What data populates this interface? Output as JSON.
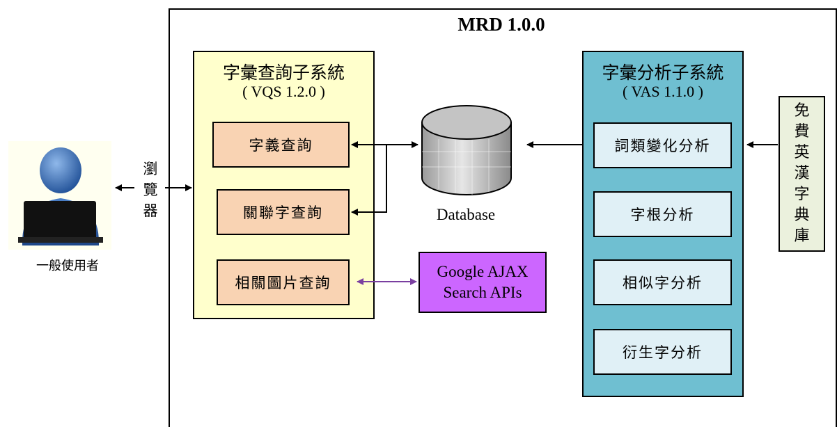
{
  "title": "MRD 1.0.0",
  "user": {
    "label": "一般使用者"
  },
  "browser": {
    "chars": [
      "瀏",
      "覽",
      "器"
    ]
  },
  "vqs": {
    "title": "字彙查詢子系統",
    "subtitle": "( VQS 1.2.0 )",
    "items": [
      "字義查詢",
      "關聯字查詢",
      "相關圖片查詢"
    ]
  },
  "database": {
    "label": "Database"
  },
  "google": {
    "line1": "Google AJAX",
    "line2": "Search APIs"
  },
  "vas": {
    "title": "字彙分析子系統",
    "subtitle": "( VAS 1.1.0 )",
    "items": [
      "詞類變化分析",
      "字根分析",
      "相似字分析",
      "衍生字分析"
    ]
  },
  "dictionary": {
    "chars": [
      "免",
      "費",
      "英",
      "漢",
      "字",
      "典",
      "庫"
    ]
  },
  "colors": {
    "vqs_bg": "#ffffcc",
    "vqs_item_bg": "#f9d3b3",
    "vas_bg": "#6fbfd1",
    "vas_item_bg": "#e0f0f6",
    "google_bg": "#cc66ff",
    "dict_bg": "#ebf1dd",
    "user_blue": "#2a5fa8",
    "google_arrow": "#7a3fa0"
  }
}
